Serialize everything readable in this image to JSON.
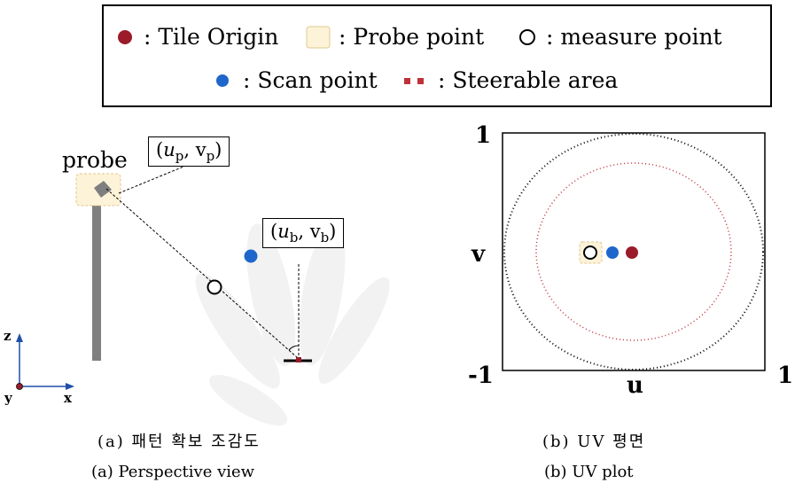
{
  "legend": {
    "tile_origin": ": Tile Origin",
    "probe_point": ": Probe point",
    "measure_point": ": measure point",
    "scan_point": ": Scan point",
    "steerable_area": ": Steerable area"
  },
  "perspective": {
    "probe_label": "probe",
    "probe_coord": {
      "sym": "u",
      "sub": "p",
      "sep": ", v",
      "sub2": "p"
    },
    "scan_coord": {
      "sym": "u",
      "sub": "b",
      "sep": ", v",
      "sub2": "b"
    },
    "axis_z": "z",
    "axis_x": "x",
    "axis_y": "y"
  },
  "uv_plot": {
    "v_max": "1",
    "v_label": "v",
    "u_min": "-1",
    "u_label": "u",
    "u_max": "1"
  },
  "captions": {
    "a_kr": "(a) 패턴 확보 조감도",
    "a_en": "(a)   Perspective view",
    "b_kr": "(b) UV 평면",
    "b_en": "(b)   UV plot"
  },
  "colors": {
    "tile_origin": "#9b1b2b",
    "scan_point": "#1f66cc",
    "probe_fill": "#fdf3d8",
    "steerable": "#c0303a",
    "axis": "#1f4fa8"
  }
}
